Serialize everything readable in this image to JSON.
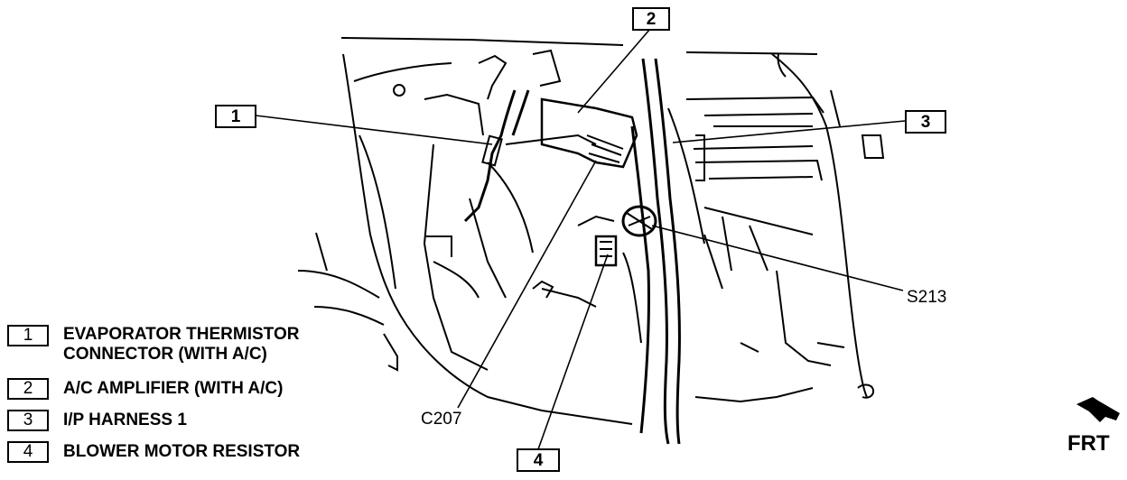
{
  "callouts": [
    {
      "num": "1"
    },
    {
      "num": "2"
    },
    {
      "num": "3"
    },
    {
      "num": "4"
    }
  ],
  "connectors": {
    "c207": "C207",
    "s213": "S213"
  },
  "legend": [
    {
      "num": "1",
      "line1": "EVAPORATOR THERMISTOR",
      "line2": "CONNECTOR (WITH A/C)"
    },
    {
      "num": "2",
      "line1": "A/C AMPLIFIER (WITH A/C)"
    },
    {
      "num": "3",
      "line1": "I/P HARNESS 1"
    },
    {
      "num": "4",
      "line1": "BLOWER MOTOR RESISTOR"
    }
  ],
  "direction": {
    "label": "FRT",
    "icon": "front-arrow-icon"
  }
}
